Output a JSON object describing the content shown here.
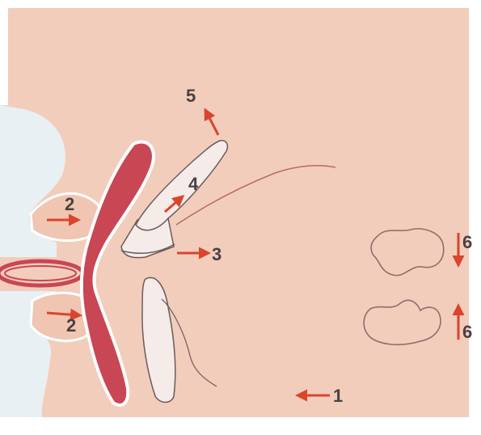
{
  "colors": {
    "background": "#f2cdbb",
    "frame": "#ffffff",
    "profile": "#e9f0f4",
    "tongue": "#c94654",
    "tooth": "#f5ebe8",
    "outline": "#6b5a5c",
    "arrow": "#d9442f",
    "label": "#4a4042"
  },
  "diagram": {
    "labels": {
      "label_1": "1",
      "label_2_upper": "2",
      "label_2_lower": "2",
      "label_3": "3",
      "label_4": "4",
      "label_5": "5",
      "label_6_upper": "6",
      "label_6_lower": "6"
    },
    "arrow_directions": {
      "arrow_1": "left",
      "arrow_2_upper": "right",
      "arrow_2_lower": "right",
      "arrow_3": "right",
      "arrow_4": "up-right",
      "arrow_5": "up-left",
      "arrow_6_upper": "down",
      "arrow_6_lower": "up"
    }
  }
}
